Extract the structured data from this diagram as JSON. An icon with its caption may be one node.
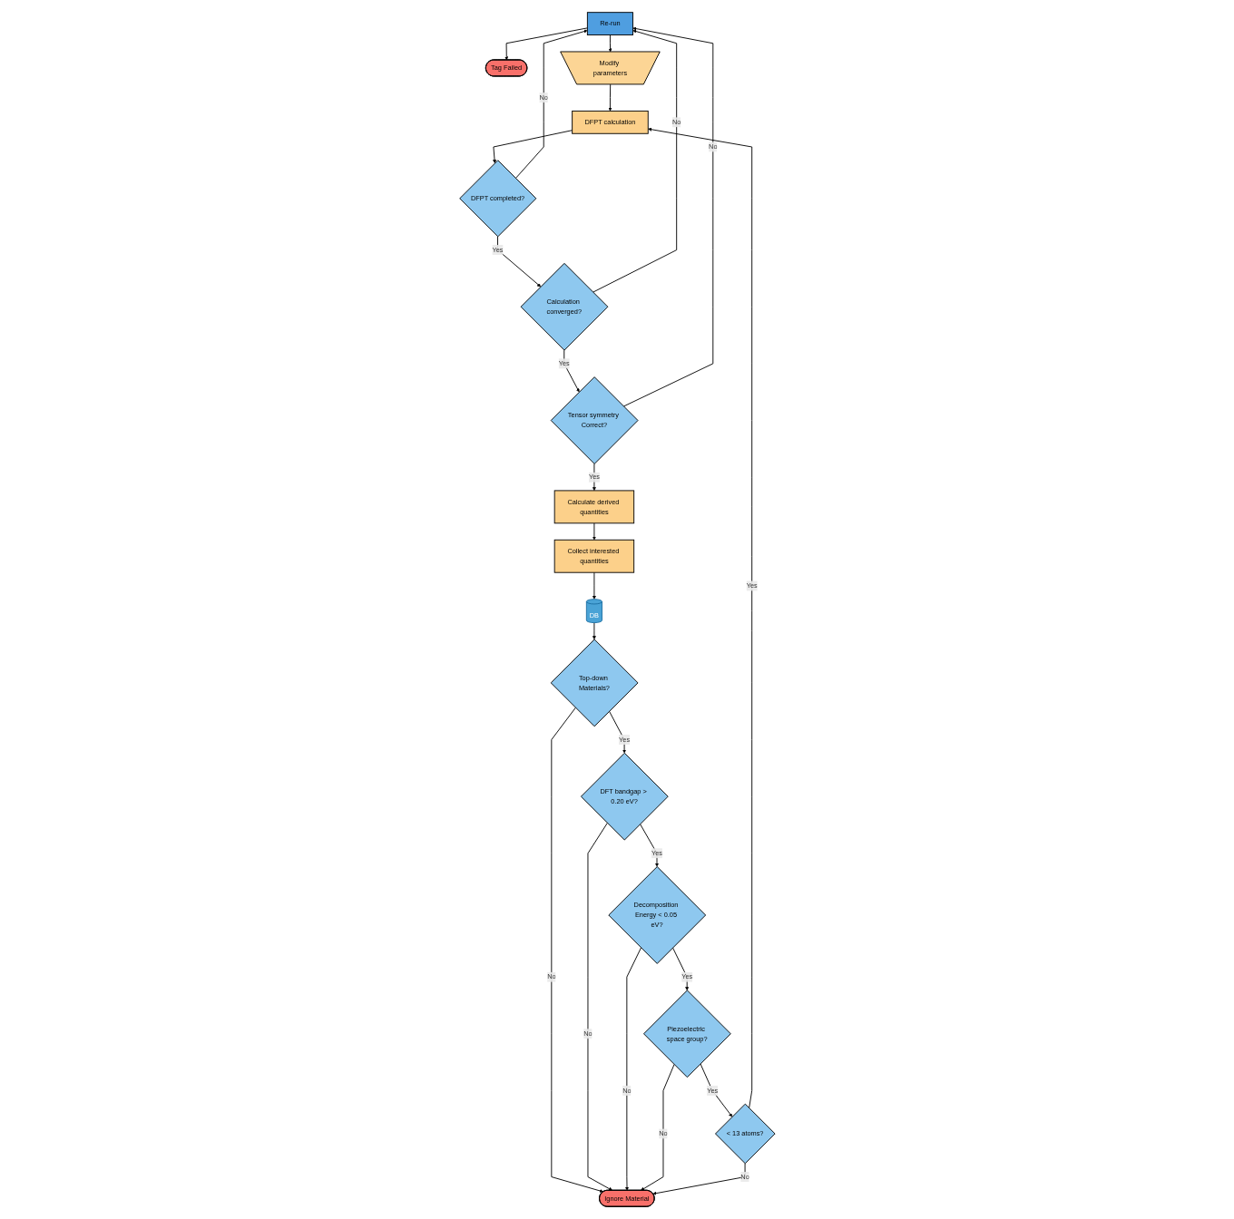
{
  "diagram": {
    "nodes": [
      {
        "text": [
          "DB"
        ]
      },
      {
        "text": [
          "Top-down Materials?"
        ]
      },
      {
        "text": [
          "DFT bandgap > 0.20 eV?"
        ]
      },
      {
        "text": [
          "Decomposition Energy < 0.05 eV?"
        ]
      },
      {
        "text": [
          "Piezoelectric space group?"
        ]
      },
      {
        "text": [
          "< 13 atoms?"
        ]
      },
      {
        "text": [
          "Ignore Material"
        ]
      },
      {
        "text": [
          "Tag Failed"
        ]
      },
      {
        "text": [
          "Re-run"
        ]
      },
      {
        "text": [
          "Modify parameters"
        ]
      },
      {
        "text": [
          "DFPT calculation"
        ]
      },
      {
        "text": [
          "DFPT completed?"
        ]
      },
      {
        "text": [
          "Calculation converged?"
        ]
      },
      {
        "text": [
          "Tensor symmetry Correct?"
        ]
      },
      {
        "text": [
          "Calculate derived quantities"
        ]
      },
      {
        "text": [
          "Collect interested quantities"
        ]
      }
    ],
    "edges": [
      {
        "from": 0,
        "to": 1,
        "arrow": "to"
      },
      {
        "from": 1,
        "to": 2,
        "arrow": "to",
        "label": "Yes"
      },
      {
        "from": 2,
        "to": 3,
        "arrow": "to",
        "label": "Yes"
      },
      {
        "from": 3,
        "to": 4,
        "arrow": "to",
        "label": "Yes"
      },
      {
        "from": 4,
        "to": 5,
        "arrow": "to",
        "label": "Yes"
      },
      {
        "from": 5,
        "to": 10,
        "arrow": "to",
        "label": "Yes"
      },
      {
        "from": 1,
        "to": 6,
        "arrow": "to",
        "label": "No"
      },
      {
        "from": 2,
        "to": 6,
        "arrow": "to",
        "label": "No"
      },
      {
        "from": 3,
        "to": 6,
        "arrow": "to",
        "label": "No"
      },
      {
        "from": 4,
        "to": 6,
        "arrow": "to",
        "label": "No"
      },
      {
        "from": 5,
        "to": 6,
        "arrow": "to",
        "label": "No"
      },
      {
        "from": 10,
        "to": 11,
        "arrow": "to"
      },
      {
        "from": 11,
        "to": 12,
        "arrow": "to",
        "label": "Yes"
      },
      {
        "from": 12,
        "to": 13,
        "arrow": "to",
        "label": "Yes"
      },
      {
        "from": 13,
        "to": 14,
        "arrow": "to",
        "label": "Yes"
      },
      {
        "from": 14,
        "to": 15,
        "arrow": "to"
      },
      {
        "from": 15,
        "to": 0,
        "arrow": "to"
      },
      {
        "from": 11,
        "to": 8,
        "arrow": "to",
        "label": "No"
      },
      {
        "from": 12,
        "to": 8,
        "arrow": "to",
        "label": "No"
      },
      {
        "from": 13,
        "to": 8,
        "arrow": "to",
        "label": "No"
      },
      {
        "from": 8,
        "to": 7,
        "arrow": "to"
      },
      {
        "from": 8,
        "to": 9,
        "arrow": "to"
      },
      {
        "from": 9,
        "to": 10,
        "arrow": "to"
      }
    ]
  }
}
